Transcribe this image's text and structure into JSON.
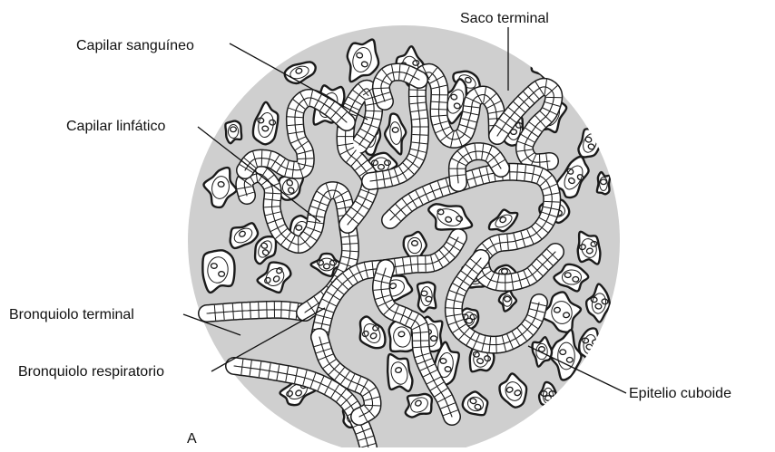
{
  "figure": {
    "panel_letter": "A",
    "labels": {
      "saco_terminal": "Saco terminal",
      "capilar_sanguineo": "Capilar sanguíneo",
      "capilar_linfatico": "Capilar linfático",
      "bronquiolo_terminal": "Bronquiolo terminal",
      "bronquiolo_respiratorio": "Bronquiolo respiratorio",
      "epitelio_cuboide": "Epitelio cuboide"
    },
    "colors": {
      "background_disc": "#cfcfcf",
      "tubule_fill": "#ffffff",
      "outline": "#1a1a1a",
      "capillary_fill": "#ffffff"
    }
  }
}
